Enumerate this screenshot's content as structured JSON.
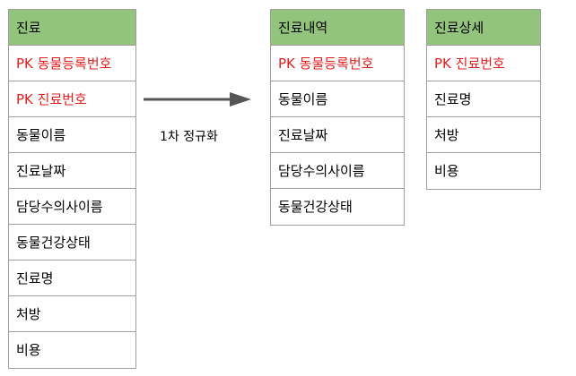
{
  "entities": {
    "jinryo": {
      "title": "진료",
      "rows": [
        {
          "label": "PK 동물등록번호",
          "pk": true
        },
        {
          "label": "PK 진료번호",
          "pk": true
        },
        {
          "label": "동물이름",
          "pk": false
        },
        {
          "label": "진료날짜",
          "pk": false
        },
        {
          "label": "담당수의사이름",
          "pk": false
        },
        {
          "label": "동물건강상태",
          "pk": false
        },
        {
          "label": "진료명",
          "pk": false
        },
        {
          "label": "처방",
          "pk": false
        },
        {
          "label": "비용",
          "pk": false
        }
      ]
    },
    "jinryo_naeyeok": {
      "title": "진료내역",
      "rows": [
        {
          "label": "PK 동물등록번호",
          "pk": true
        },
        {
          "label": "동물이름",
          "pk": false
        },
        {
          "label": "진료날짜",
          "pk": false
        },
        {
          "label": "담당수의사이름",
          "pk": false
        },
        {
          "label": "동물건강상태",
          "pk": false
        }
      ]
    },
    "jinryo_sangse": {
      "title": "진료상세",
      "rows": [
        {
          "label": "PK 진료번호",
          "pk": true
        },
        {
          "label": "진료명",
          "pk": false
        },
        {
          "label": "처방",
          "pk": false
        },
        {
          "label": "비용",
          "pk": false
        }
      ]
    }
  },
  "transformation": {
    "label": "1차 정규화"
  },
  "colors": {
    "header_fill": "#93c47d",
    "pk_text": "#e02020",
    "border": "#9e9e9e",
    "arrow": "#555555"
  }
}
